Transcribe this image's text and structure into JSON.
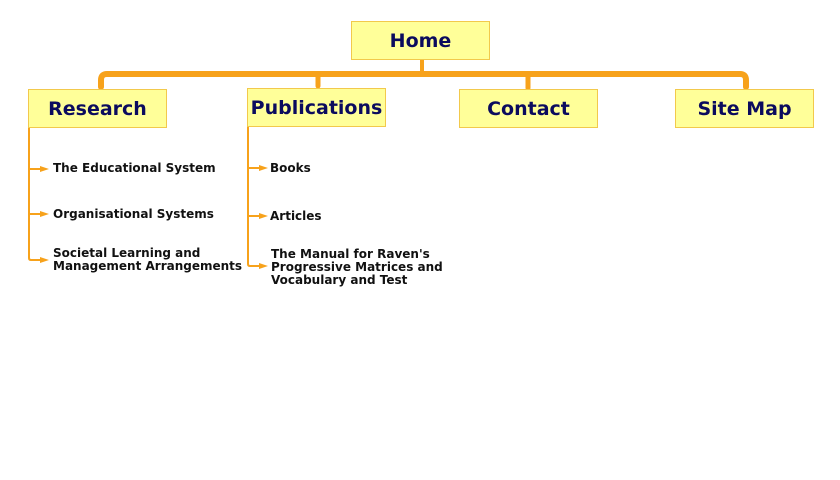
{
  "nav": {
    "home": "Home",
    "research": "Research",
    "publications": "Publications",
    "contact": "Contact",
    "site_map": "Site Map"
  },
  "research_links": [
    "The Educational System",
    "Organisational Systems",
    "Societal Learning and\nManagement Arrangements"
  ],
  "publication_links": [
    "Books",
    "Articles",
    "The Manual for Raven's\nProgressive Matrices and\nVocabulary and Test"
  ],
  "colors": {
    "box_fill": "#ffff99",
    "box_border": "#f2c94c",
    "connector": "#f7a21b",
    "heading_text": "#0b0b5e"
  }
}
